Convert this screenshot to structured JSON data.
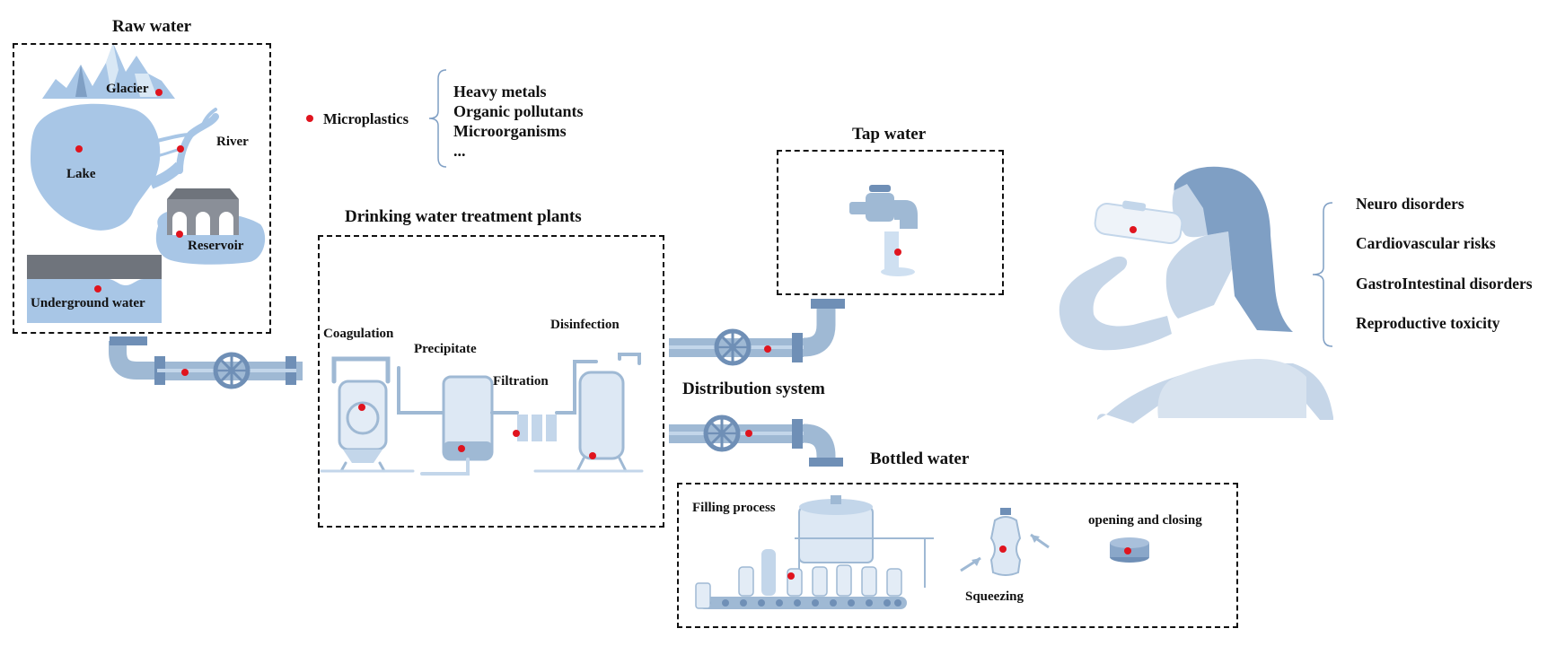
{
  "colors": {
    "pipe": "#9fb9d4",
    "pipe_dark": "#6f8fb6",
    "water": "#a8c6e6",
    "person": "#c6d6e8",
    "hair": "#7f9fc4",
    "particle": "#e0141e",
    "text": "#111111"
  },
  "raw_water": {
    "title": "Raw water",
    "glacier": "Glacier",
    "river": "River",
    "lake": "Lake",
    "reservoir": "Reservoir",
    "underground": "Underground water"
  },
  "contaminants": {
    "microplastics": "Microplastics",
    "items": [
      "Heavy metals",
      "Organic pollutants",
      "Microorganisms",
      "..."
    ]
  },
  "treatment": {
    "title": "Drinking water treatment plants",
    "coagulation": "Coagulation",
    "precipitate": "Precipitate",
    "filtration": "Filtration",
    "disinfection": "Disinfection"
  },
  "tap": {
    "title": "Tap water"
  },
  "distribution": {
    "title": "Distribution system"
  },
  "bottled": {
    "title": "Bottled water",
    "filling": "Filling process",
    "squeezing": "Squeezing",
    "opening": "opening and closing"
  },
  "health": {
    "items": [
      "Neuro disorders",
      "Cardiovascular risks",
      "GastroIntestinal disorders",
      "Reproductive toxicity"
    ]
  }
}
